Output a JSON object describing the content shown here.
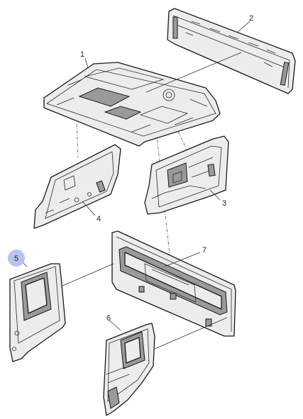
{
  "diagram": {
    "callouts": [
      {
        "id": "1",
        "label": "1"
      },
      {
        "id": "2",
        "label": "2"
      },
      {
        "id": "3",
        "label": "3"
      },
      {
        "id": "4",
        "label": "4"
      },
      {
        "id": "5",
        "label": "5",
        "highlighted": true
      },
      {
        "id": "6",
        "label": "6"
      },
      {
        "id": "7",
        "label": "7"
      }
    ],
    "highlight_color": "#b8c4ee",
    "line_color": "#1a1a1a",
    "panel_fill": "#ececec"
  }
}
